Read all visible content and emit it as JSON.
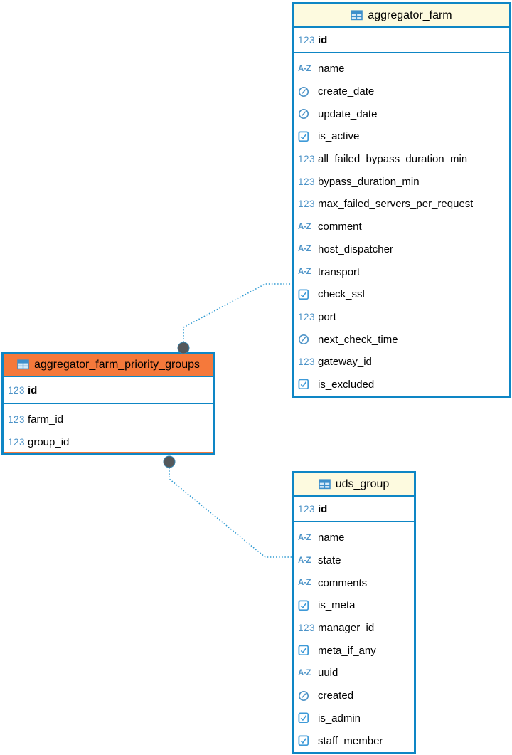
{
  "icons": {
    "numeric_label": "123",
    "text_label": "A-Z"
  },
  "colors": {
    "border_blue": "#0e86c5",
    "header_yellow": "#fdfadf",
    "selected_orange": "#f5793b",
    "icon_blue": "#4e94c8",
    "relationship_blue": "#2f9ad2",
    "endpoint_gray": "#54585b"
  },
  "tables": [
    {
      "name": "aggregator_farm",
      "selected": false,
      "primary_key": {
        "name": "id",
        "type": "numeric"
      },
      "columns": [
        {
          "name": "name",
          "type": "text"
        },
        {
          "name": "create_date",
          "type": "datetime"
        },
        {
          "name": "update_date",
          "type": "datetime"
        },
        {
          "name": "is_active",
          "type": "boolean"
        },
        {
          "name": "all_failed_bypass_duration_min",
          "type": "numeric"
        },
        {
          "name": "bypass_duration_min",
          "type": "numeric"
        },
        {
          "name": "max_failed_servers_per_request",
          "type": "numeric"
        },
        {
          "name": "comment",
          "type": "text"
        },
        {
          "name": "host_dispatcher",
          "type": "text"
        },
        {
          "name": "transport",
          "type": "text"
        },
        {
          "name": "check_ssl",
          "type": "boolean"
        },
        {
          "name": "port",
          "type": "numeric"
        },
        {
          "name": "next_check_time",
          "type": "datetime"
        },
        {
          "name": "gateway_id",
          "type": "numeric"
        },
        {
          "name": "is_excluded",
          "type": "boolean"
        }
      ]
    },
    {
      "name": "aggregator_farm_priority_groups",
      "selected": true,
      "primary_key": {
        "name": "id",
        "type": "numeric"
      },
      "columns": [
        {
          "name": "farm_id",
          "type": "numeric"
        },
        {
          "name": "group_id",
          "type": "numeric"
        }
      ]
    },
    {
      "name": "uds_group",
      "selected": false,
      "primary_key": {
        "name": "id",
        "type": "numeric"
      },
      "columns": [
        {
          "name": "name",
          "type": "text"
        },
        {
          "name": "state",
          "type": "text"
        },
        {
          "name": "comments",
          "type": "text"
        },
        {
          "name": "is_meta",
          "type": "boolean"
        },
        {
          "name": "manager_id",
          "type": "numeric"
        },
        {
          "name": "meta_if_any",
          "type": "boolean"
        },
        {
          "name": "uuid",
          "type": "text"
        },
        {
          "name": "created",
          "type": "datetime"
        },
        {
          "name": "is_admin",
          "type": "boolean"
        },
        {
          "name": "staff_member",
          "type": "boolean"
        }
      ]
    }
  ],
  "relationships": [
    {
      "from": "aggregator_farm_priority_groups",
      "to": "aggregator_farm"
    },
    {
      "from": "aggregator_farm_priority_groups",
      "to": "uds_group"
    }
  ]
}
